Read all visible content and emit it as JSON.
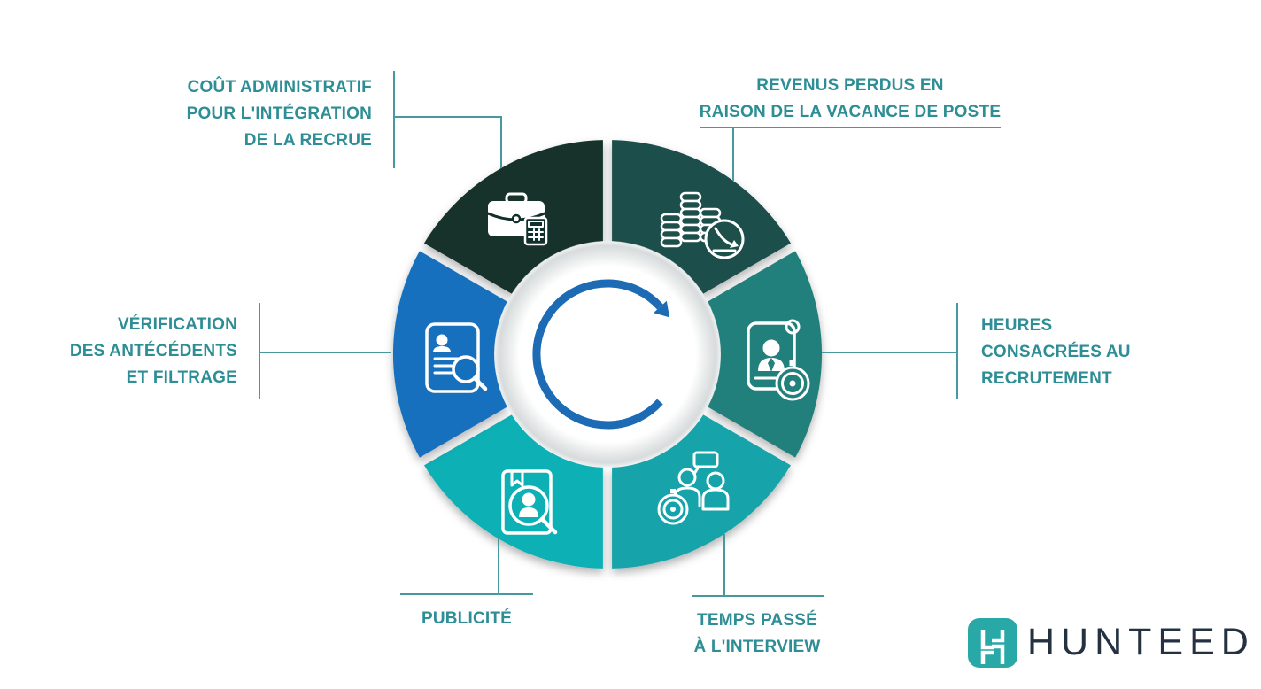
{
  "palette": {
    "background": "#ffffff",
    "label_text": "#2e8e95",
    "connector_line": "#48999f",
    "center_arrow": "#1c6bb4",
    "logo_square": "#29a8a8",
    "logo_text": "#233140"
  },
  "diagram": {
    "type": "recruitment-cost-cycle",
    "center_icon": "cycle-arrow-icon",
    "segments": [
      {
        "id": "cout-administratif",
        "position": "top-left",
        "start_angle": 300,
        "end_angle": 360,
        "color": "#12302b",
        "icon": "briefcase-calculator-icon",
        "label_lines": [
          "COÛT ADMINISTRATIF",
          "POUR L'INTÉGRATION",
          "DE LA RECRUE"
        ]
      },
      {
        "id": "revenus-perdus",
        "position": "top-right",
        "start_angle": 0,
        "end_angle": 60,
        "color": "#1d4f4b",
        "icon": "coins-decline-icon",
        "label_lines": [
          "REVENUS PERDUS EN",
          "RAISON DE LA VACANCE DE POSTE"
        ]
      },
      {
        "id": "heures-consacrees",
        "position": "right",
        "start_angle": 60,
        "end_angle": 120,
        "color": "#23807b",
        "icon": "candidate-card-stopwatch-icon",
        "label_lines": [
          "HEURES",
          "CONSACRÉES AU",
          "RECRUTEMENT"
        ]
      },
      {
        "id": "temps-interview",
        "position": "bottom-right",
        "start_angle": 120,
        "end_angle": 180,
        "color": "#13a3aa",
        "icon": "interview-people-stopwatch-icon",
        "label_lines": [
          "TEMPS PASSÉ",
          "À L'INTERVIEW"
        ]
      },
      {
        "id": "publicite",
        "position": "bottom-left",
        "start_angle": 180,
        "end_angle": 240,
        "color": "#0db0b5",
        "icon": "ad-book-magnifier-icon",
        "label_lines": [
          "PUBLICITÉ"
        ]
      },
      {
        "id": "verification",
        "position": "left",
        "start_angle": 240,
        "end_angle": 300,
        "color": "#1470bd",
        "icon": "resume-magnifier-icon",
        "label_lines": [
          "VÉRIFICATION",
          "DES ANTÉCÉDENTS",
          "ET FILTRAGE"
        ]
      }
    ],
    "logo": {
      "text": "HUNTEED"
    }
  }
}
